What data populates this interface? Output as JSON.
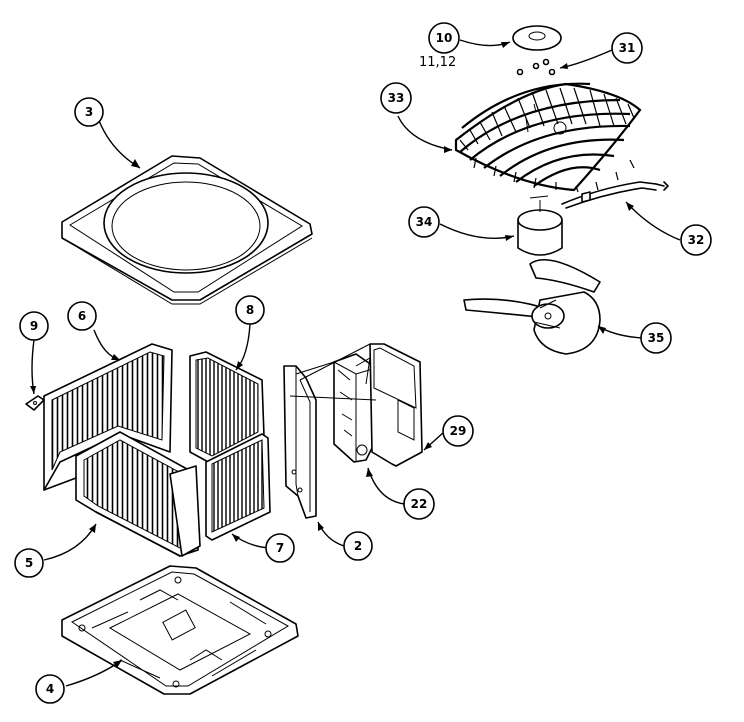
{
  "callouts": [
    {
      "id": "c3",
      "label": "3"
    },
    {
      "id": "c4",
      "label": "4"
    },
    {
      "id": "c5",
      "label": "5"
    },
    {
      "id": "c6",
      "label": "6"
    },
    {
      "id": "c7",
      "label": "7"
    },
    {
      "id": "c8",
      "label": "8"
    },
    {
      "id": "c9",
      "label": "9"
    },
    {
      "id": "c2",
      "label": "2"
    },
    {
      "id": "c22",
      "label": "22"
    },
    {
      "id": "c29",
      "label": "29"
    },
    {
      "id": "c10",
      "label": "10"
    },
    {
      "id": "c31",
      "label": "31"
    },
    {
      "id": "c32",
      "label": "32"
    },
    {
      "id": "c33",
      "label": "33"
    },
    {
      "id": "c34",
      "label": "34"
    },
    {
      "id": "c35",
      "label": "35"
    }
  ],
  "note": "11,12"
}
